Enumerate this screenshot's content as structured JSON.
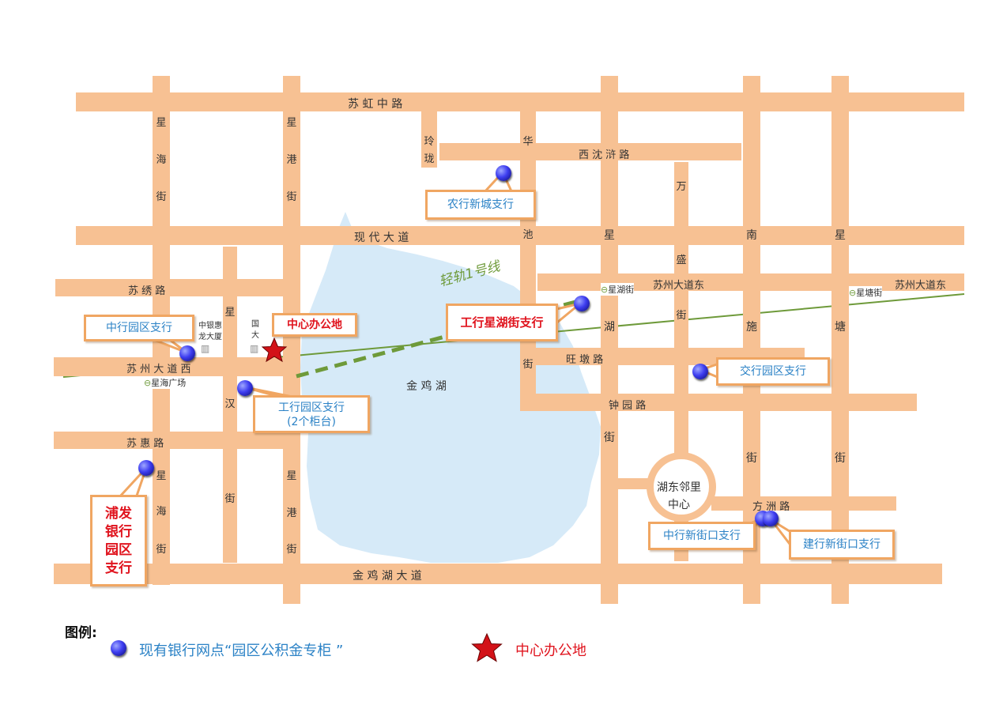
{
  "roads": {
    "suhong": "苏 虹 中 路",
    "xishen": "西 沈 浒 路",
    "xiandai": "现 代 大 道",
    "suxiu": "苏 绣 路",
    "suzhou_west": "苏 州 大 道 西",
    "suzhou_east": "苏州大道东",
    "suzhou_east2": "苏州大道东",
    "wangdun": "旺 墩 路",
    "zhongyuan": "钟 园 路",
    "suhui": "苏 惠 路",
    "fangzhou": "方 洲 路",
    "jinjihu_ave": "金 鸡 湖 大 道",
    "xinghai_1": "星",
    "xinghai_2": "海",
    "xinghai_3": "街",
    "xinghai_b1": "星",
    "xinghai_b2": "海",
    "xinghai_b3": "街",
    "xinggang_1": "星",
    "xinggang_2": "港",
    "xinggang_3": "街",
    "xinggang_b1": "星",
    "xinggang_b2": "港",
    "xinggang_b3": "街",
    "linglong_1": "玲",
    "linglong_2": "珑",
    "huachi_1": "华",
    "huachi_2": "池",
    "huachi_3": "街",
    "xinghu_1": "星",
    "xinghu_2": "湖",
    "xinghu_3": "街",
    "wansheng_1": "万",
    "wansheng_2": "盛",
    "wansheng_3": "街",
    "nanshi_1": "南",
    "nanshi_2": "施",
    "nanshi_3": "街",
    "xingtang_1": "星",
    "xingtang_2": "塘",
    "xingtang_3": "街",
    "xinghan_1": "星",
    "xinghan_2": "汉",
    "xinghan_3": "街"
  },
  "places": {
    "lake": "金 鸡 湖",
    "lake_center_1": "湖东邻里",
    "lake_center_2": "中心",
    "metro_line": "轻轨1号线",
    "bank_of_china_building_1": "中银惠",
    "bank_of_china_building_2": "龙大厦",
    "guoda_1": "国",
    "guoda_2": "大"
  },
  "stations": {
    "xinghai_square": "星海广场",
    "xinghu_street": "星湖街",
    "xingtang_street": "星塘街"
  },
  "branches": {
    "boc_park": "中行园区支行",
    "abc_xincheng": "农行新城支行",
    "icbc_xinghu": "工行星湖街支行",
    "icbc_park_1": "工行园区支行",
    "icbc_park_2": "(2个柜台)",
    "bocom_park": "交行园区支行",
    "spdb_1": "浦发",
    "spdb_2": "银行",
    "spdb_3": "园区",
    "spdb_4": "支行",
    "boc_xinjiekou": "中行新街口支行",
    "ccb_xinjiekou": "建行新街口支行",
    "center_office": "中心办公地"
  },
  "legend": {
    "title": "图例:",
    "bank_points": "现有银行网点“园区公积金专柜 ”",
    "center_office": "中心办公地"
  },
  "colors": {
    "road": "#f7c193",
    "lake": "#d6eaf8",
    "metro": "#6e9a3a",
    "callout_border": "#f0a662",
    "callout_text": "#2b82c6",
    "highlight_text": "#e0141e"
  }
}
